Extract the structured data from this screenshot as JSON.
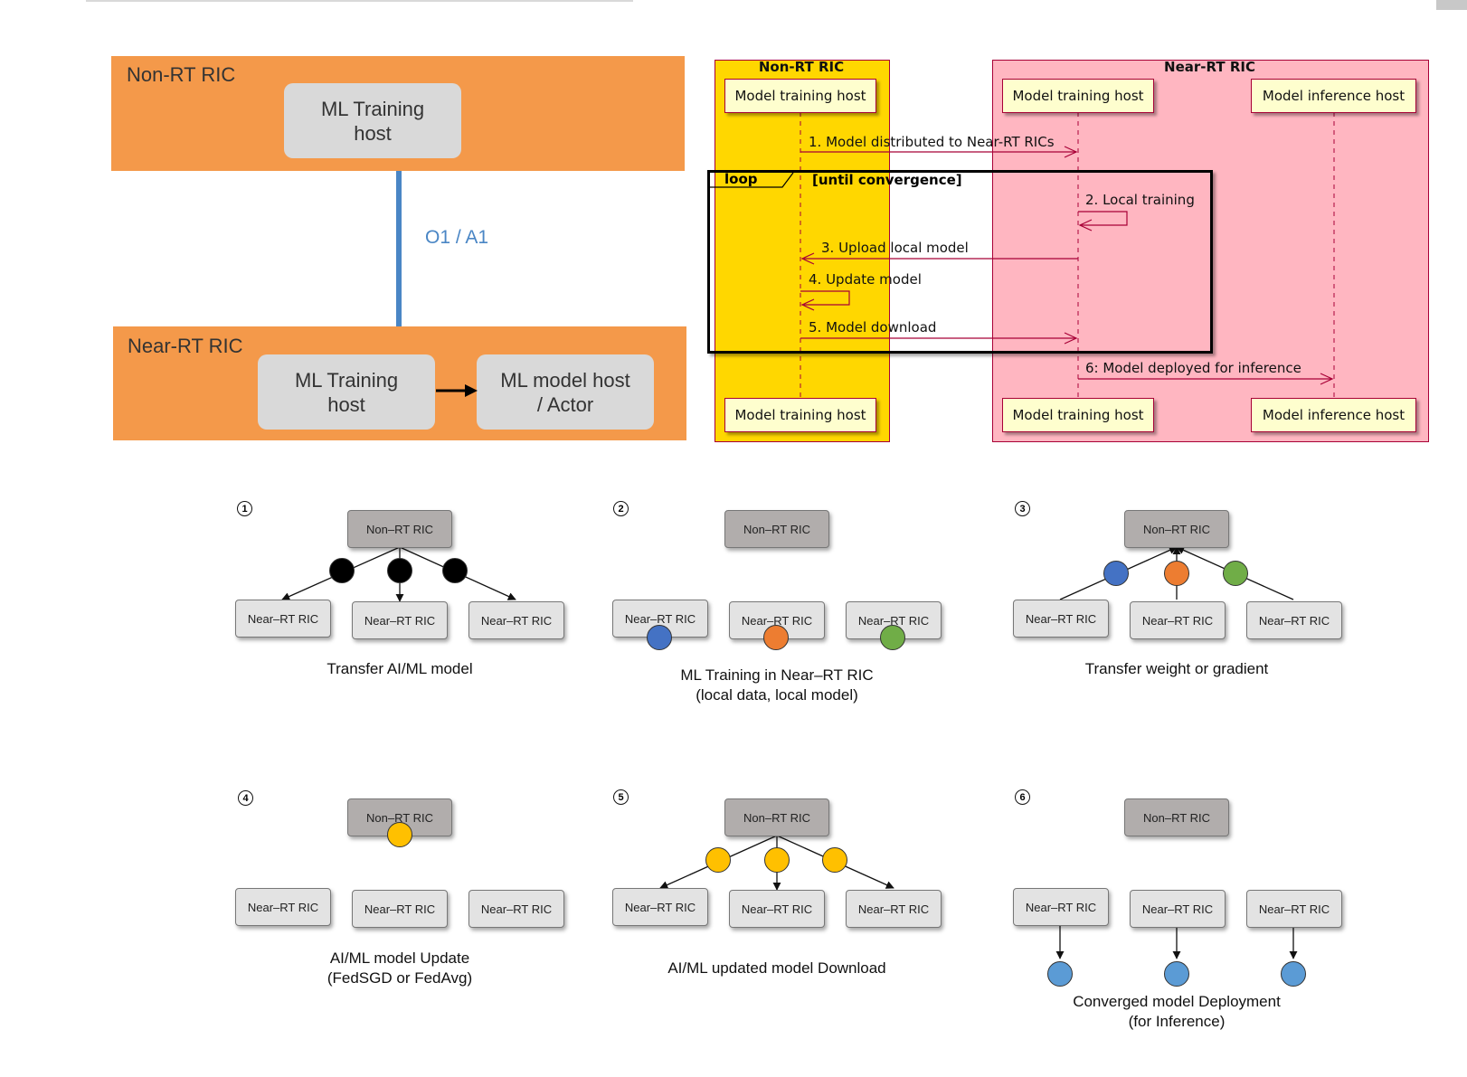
{
  "architecture": {
    "non_rt": {
      "title": "Non-RT RIC",
      "host": "ML Training\nhost"
    },
    "interface_label": "O1 / A1",
    "near_rt": {
      "title": "Near-RT RIC",
      "training_host": "ML Training\nhost",
      "model_host": "ML model host\n/ Actor"
    },
    "colors": {
      "region": "#f4994a",
      "host_box": "#d9d9d9",
      "interface": "#4a86c5"
    }
  },
  "sequence": {
    "non_rt_box": "Non-RT RIC",
    "near_rt_box": "Near-RT RIC",
    "participant_training": "Model training host",
    "participant_inference": "Model inference host",
    "loop_label": "loop",
    "loop_condition": "[until convergence]",
    "messages": [
      "1. Model distributed to Near-RT RICs",
      "2. Local training",
      "3. Upload local model",
      "4. Update model",
      "5. Model download",
      "6: Model deployed for inference"
    ],
    "colors": {
      "non_rt_box": "#ffd700",
      "near_rt_box": "#ffb6c1",
      "arrow": "#a80036",
      "participant": "#fefece"
    }
  },
  "steps": {
    "non_rt_label": "Non–RT RIC",
    "near_rt_label": "Near–RT RIC",
    "items": [
      {
        "number": "1",
        "caption": "Transfer AI/ML model"
      },
      {
        "number": "2",
        "caption": "ML Training in Near–RT RIC\n(local data, local model)"
      },
      {
        "number": "3",
        "caption": "Transfer weight or gradient"
      },
      {
        "number": "4",
        "caption": "AI/ML model Update\n(FedSGD or FedAvg)"
      },
      {
        "number": "5",
        "caption": "AI/ML updated model Download"
      },
      {
        "number": "6",
        "caption": "Converged model Deployment\n(for Inference)"
      }
    ],
    "colors": {
      "model": "#000000",
      "blue": "#4472c4",
      "orange": "#ed7d31",
      "green": "#70ad47",
      "yellow": "#ffc000",
      "deployed": "#5b9bd5"
    }
  }
}
